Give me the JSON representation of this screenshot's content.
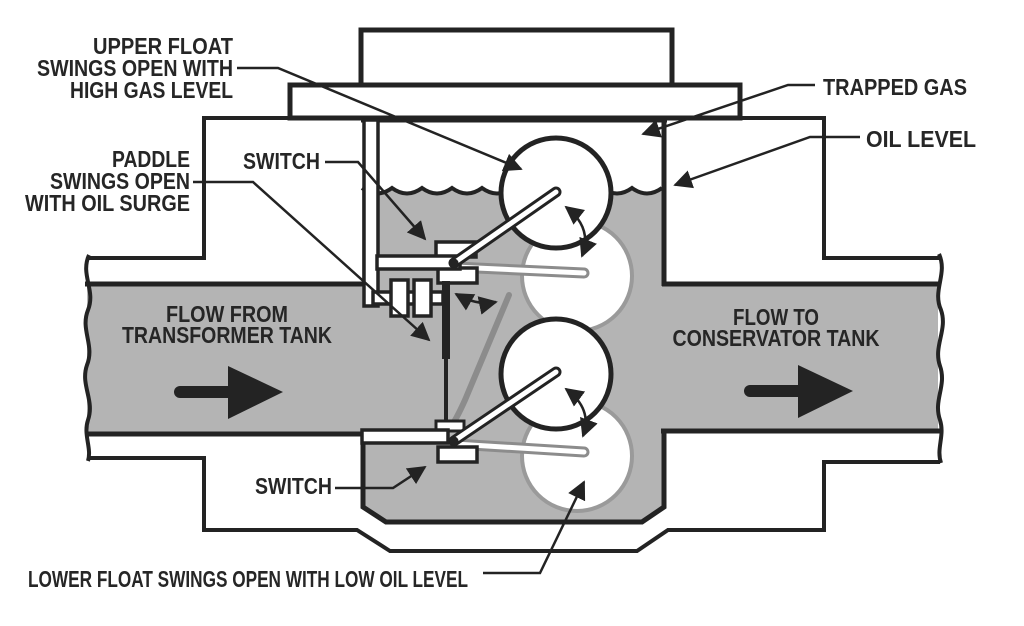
{
  "labels": {
    "upper_float": {
      "line1": "UPPER FLOAT",
      "line2": "SWINGS OPEN WITH",
      "line3": "HIGH GAS LEVEL"
    },
    "trapped_gas": "TRAPPED GAS",
    "oil_level": "OIL LEVEL",
    "switch_upper": "SWITCH",
    "switch_lower": "SWITCH",
    "paddle": {
      "line1": "PADDLE",
      "line2": "SWINGS OPEN",
      "line3": "WITH OIL SURGE"
    },
    "flow_from": {
      "line1": "FLOW FROM",
      "line2": "TRANSFORMER TANK"
    },
    "flow_to": {
      "line1": "FLOW TO",
      "line2": "CONSERVATOR TANK"
    },
    "lower_float": "LOWER FLOAT SWINGS OPEN WITH LOW OIL LEVEL"
  },
  "colors": {
    "line": "#232323",
    "text": "#262626",
    "oil_gray": "#b4b4b4",
    "ghost_gray": "#8c8c8c",
    "ghost_outline": "#9a9a9a",
    "background": "#ffffff"
  }
}
